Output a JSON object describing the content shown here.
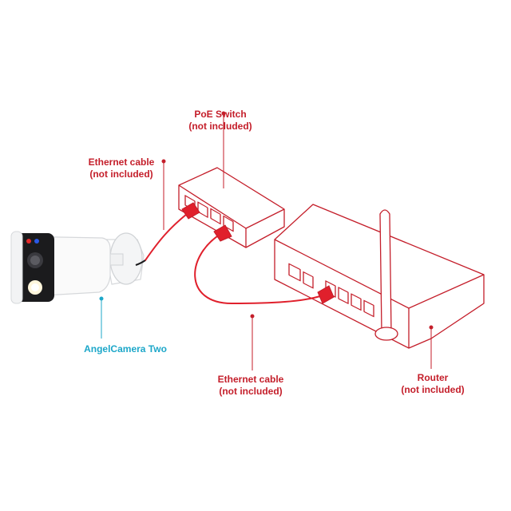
{
  "labels": {
    "poe_switch": {
      "title": "PoE Switch",
      "note": "(not included)"
    },
    "ethernet_cable_top": {
      "title": "Ethernet cable",
      "note": "(not included)"
    },
    "ethernet_cable_bottom": {
      "title": "Ethernet cable",
      "note": "(not included)"
    },
    "router": {
      "title": "Router",
      "note": "(not included)"
    },
    "camera": {
      "title": "AngelCamera Two"
    }
  },
  "colors": {
    "accent_red": "#c41e2a",
    "cable_red": "#e0202c",
    "camera_teal": "#1da7c9",
    "device_fill": "#ffffff"
  }
}
